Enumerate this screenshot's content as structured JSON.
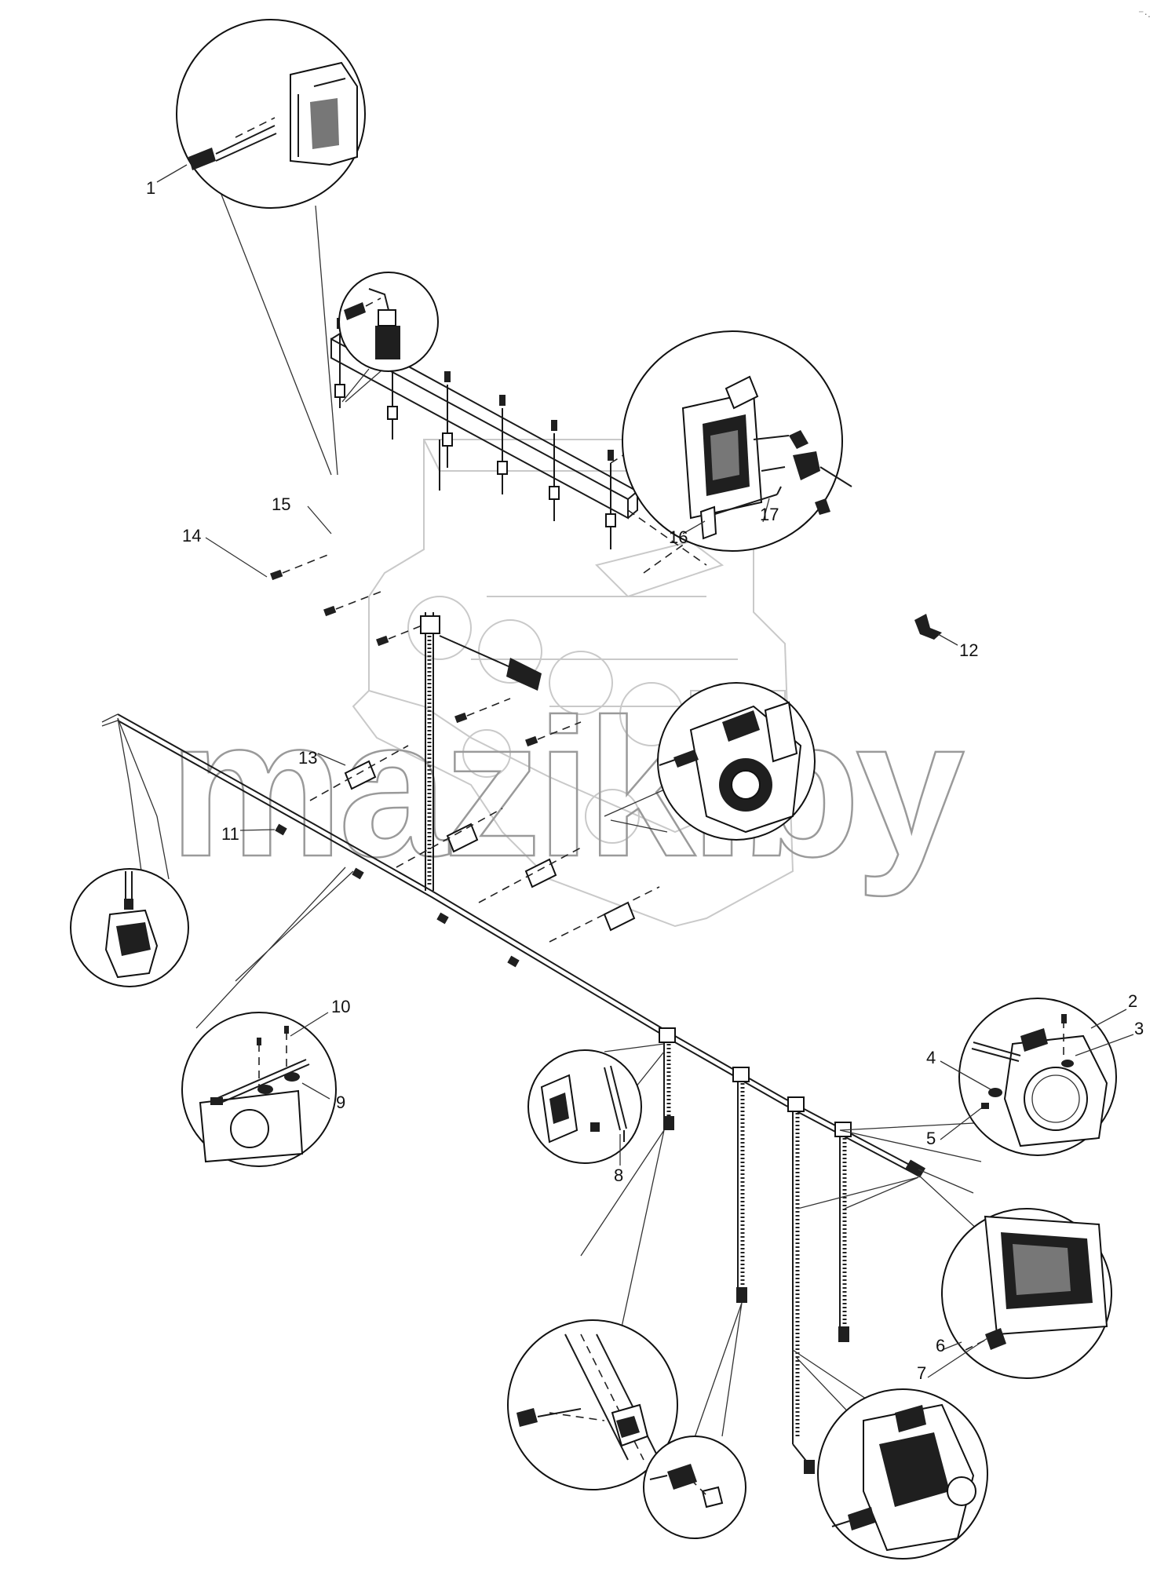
{
  "watermark": "mazik.by",
  "corner_mark": "⁻·.",
  "callouts": {
    "c1": "1",
    "c2": "2",
    "c3": "3",
    "c4": "4",
    "c5": "5",
    "c6": "6",
    "c7": "7",
    "c8": "8",
    "c9": "9",
    "c10": "10",
    "c11": "11",
    "c12": "12",
    "c13": "13",
    "c14": "14",
    "c15": "15",
    "c16": "16",
    "c17": "17"
  },
  "colors": {
    "ink": "#111111",
    "ghost_engine": "#c9c9c9",
    "watermark": "#9a9a9a",
    "paper": "#ffffff"
  }
}
